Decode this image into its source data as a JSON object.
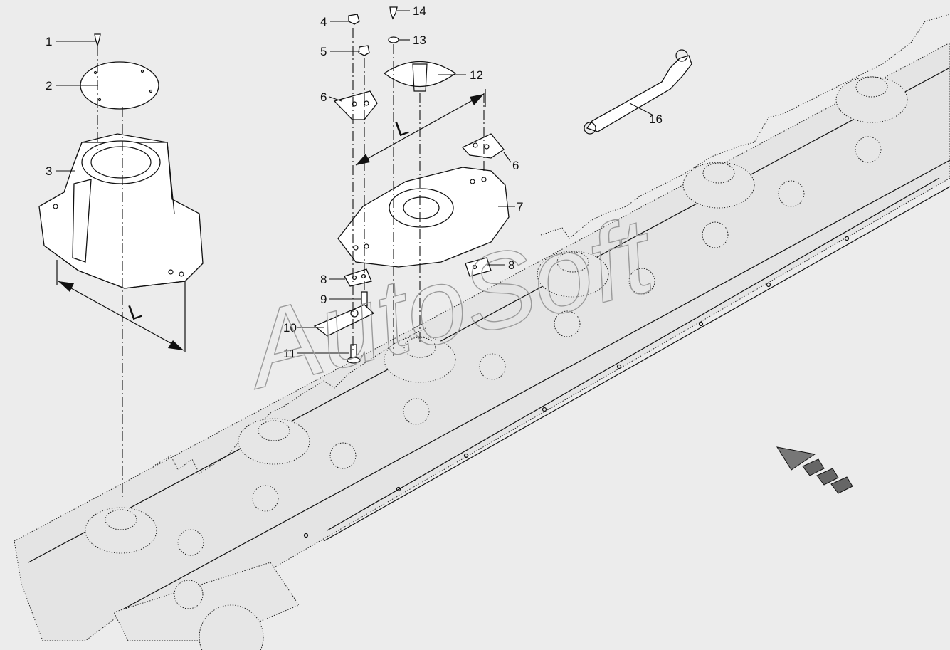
{
  "diagram": {
    "watermark": "AutoSoft",
    "dimension_label": "L",
    "callouts": [
      "1",
      "2",
      "3",
      "4",
      "5",
      "6",
      "6",
      "7",
      "8",
      "8",
      "9",
      "10",
      "11",
      "12",
      "13",
      "14",
      "16"
    ]
  }
}
